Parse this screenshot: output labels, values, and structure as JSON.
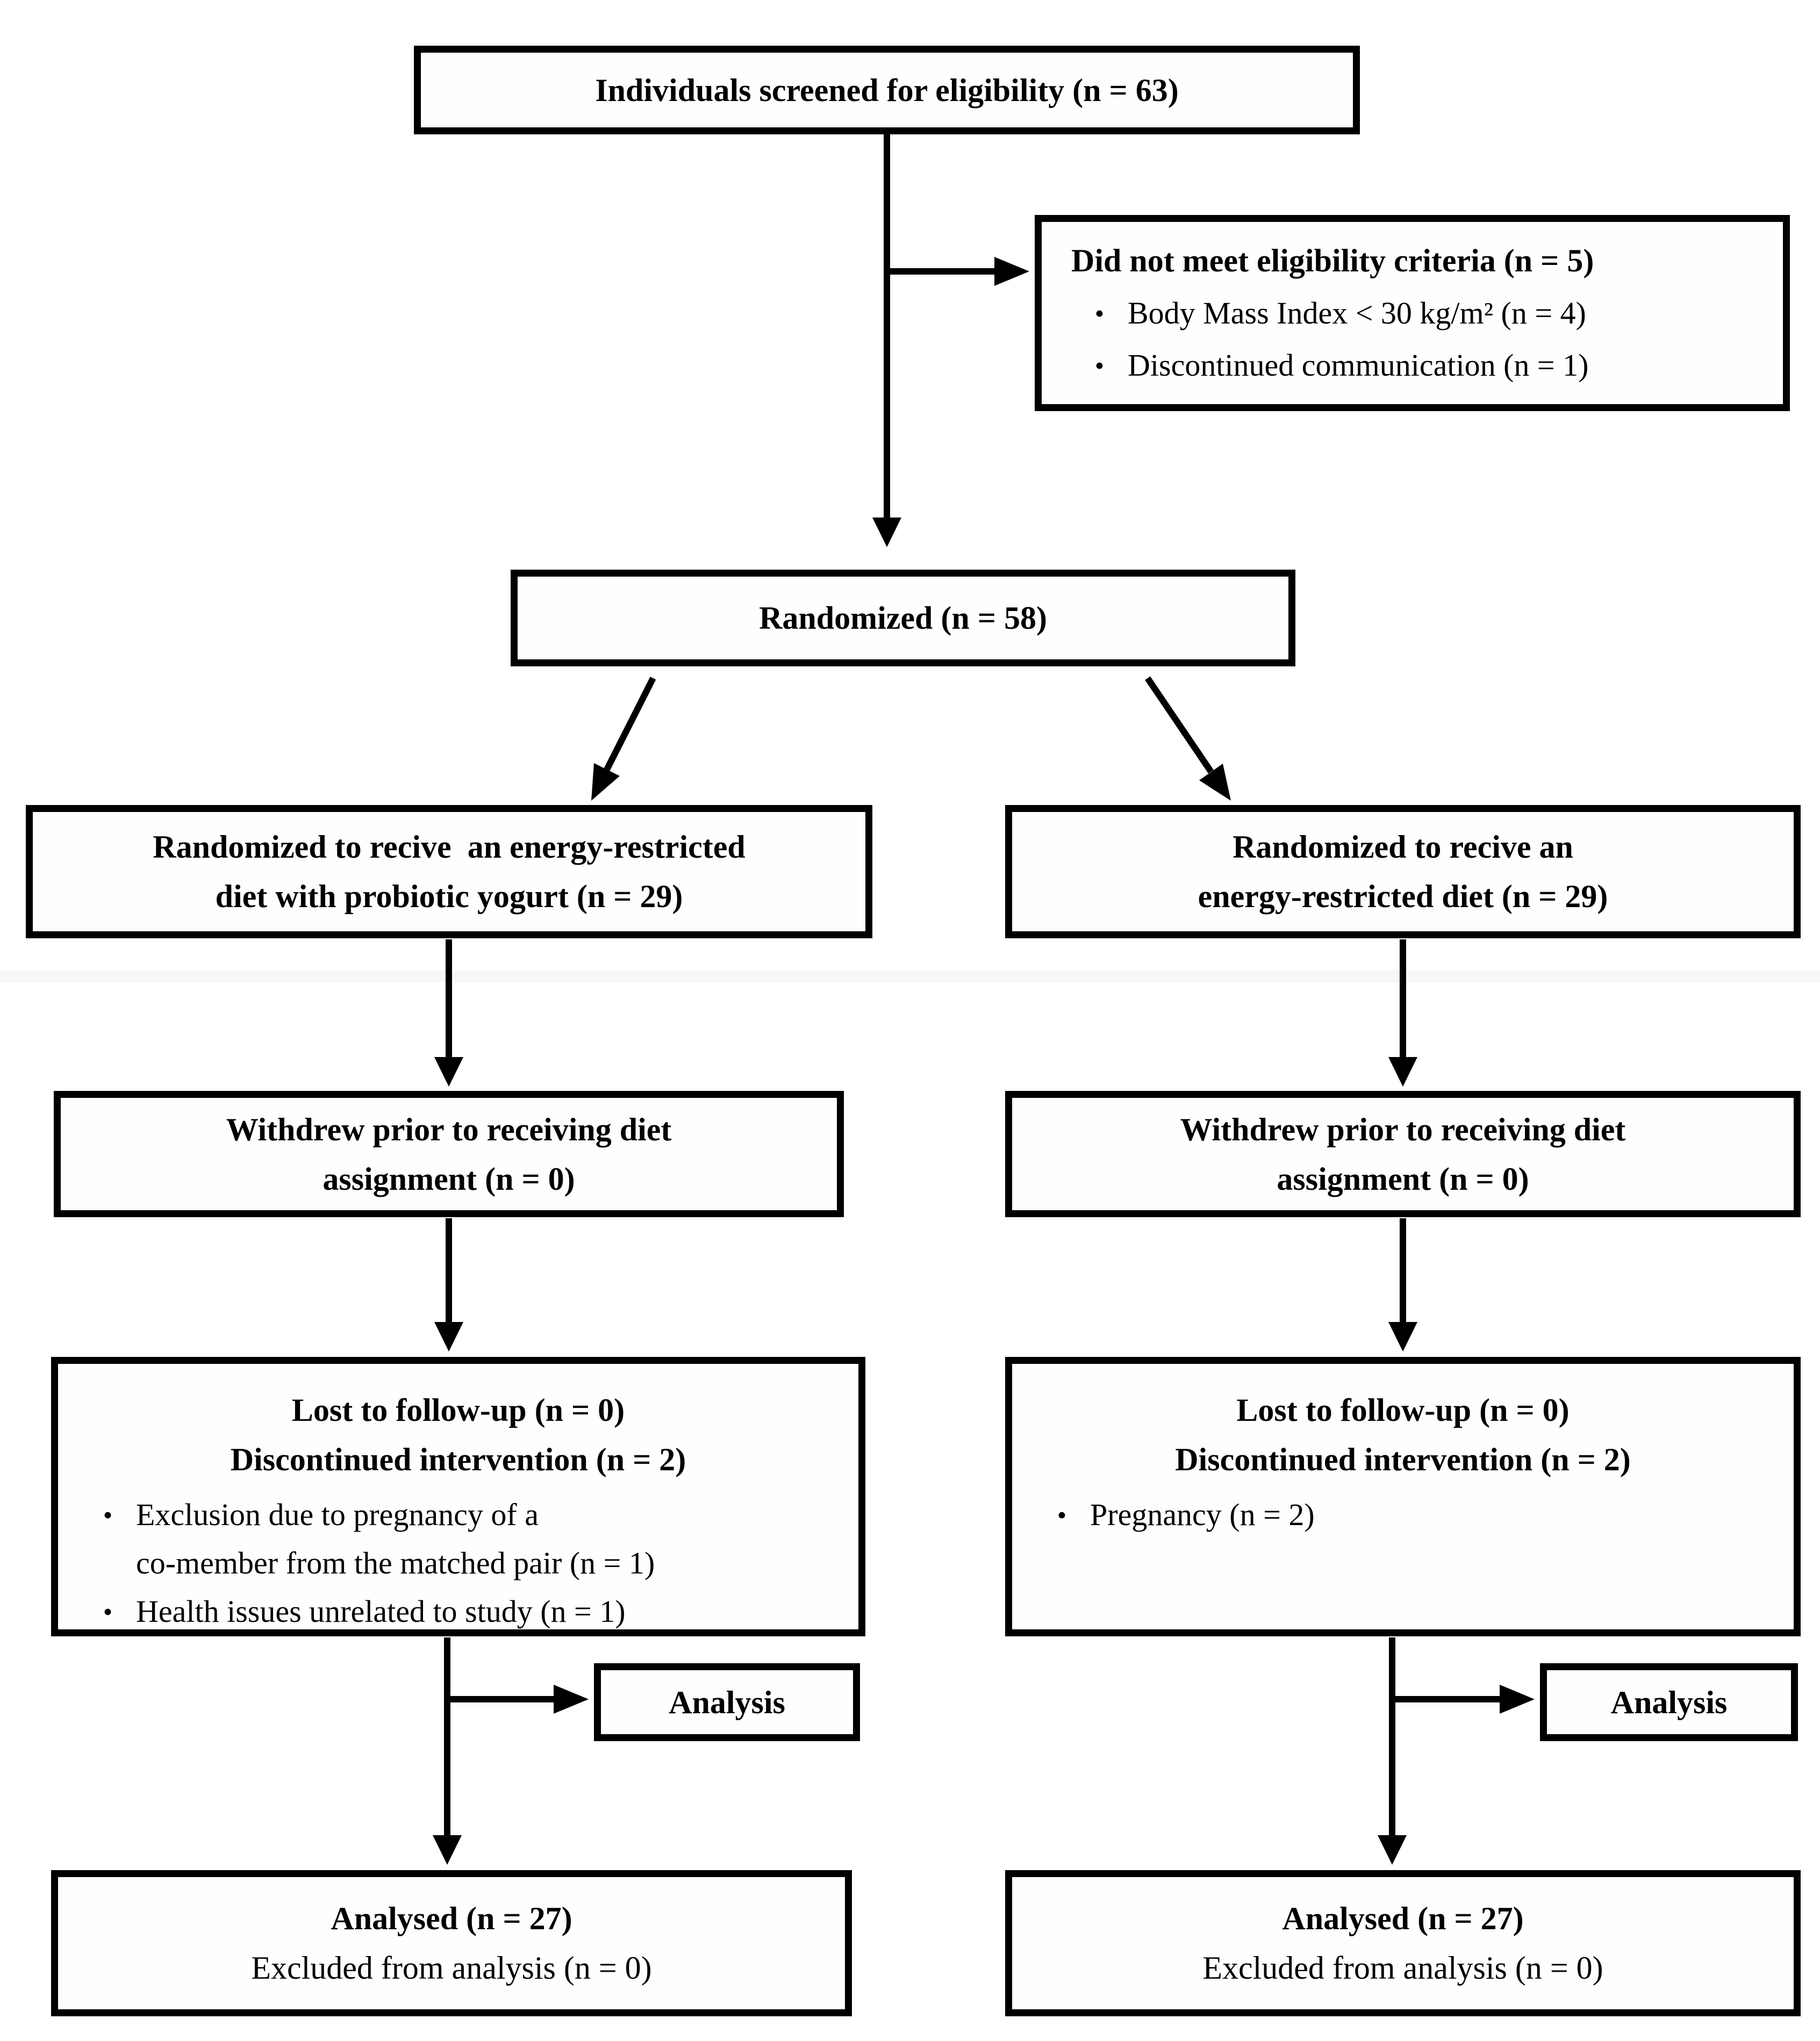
{
  "colors": {
    "background": "#ffffff",
    "box_border": "#000000",
    "text": "#000000",
    "artifact_band": "#f7f7f7"
  },
  "bullet_char": "•",
  "boxes": {
    "screened": {
      "text": "Individuals screened for eligibility (n = 63)"
    },
    "not_eligible": {
      "title": "Did not meet eligibility criteria (n = 5)",
      "bullets": [
        [
          "Body Mass Index < 30 kg/m² (n = 4)"
        ],
        [
          "Discontinued communication (n = 1)"
        ]
      ]
    },
    "randomized": {
      "text": "Randomized (n = 58)"
    },
    "arm_probiotic": {
      "lines": [
        "Randomized to recive  an energy-restricted",
        "diet with probiotic yogurt (n = 29)"
      ]
    },
    "arm_control": {
      "lines": [
        "Randomized to recive an",
        "energy-restricted diet (n = 29)"
      ]
    },
    "withdrew_left": {
      "lines": [
        "Withdrew prior to receiving diet",
        "assignment (n = 0)"
      ]
    },
    "withdrew_right": {
      "lines": [
        "Withdrew prior to receiving diet",
        "assignment (n = 0)"
      ]
    },
    "lost_left": {
      "title_lines": [
        "Lost to follow-up (n = 0)",
        "Discontinued intervention (n = 2)"
      ],
      "bullets": [
        [
          "Exclusion due to pregnancy of a",
          "co-member from the matched pair (n = 1)"
        ],
        [
          "Health issues unrelated to study (n = 1)"
        ]
      ]
    },
    "lost_right": {
      "title_lines": [
        "Lost to follow-up (n = 0)",
        "Discontinued intervention (n = 2)"
      ],
      "bullets": [
        [
          "Pregnancy (n = 2)"
        ]
      ]
    },
    "analysis_left": {
      "text": "Analysis"
    },
    "analysis_right": {
      "text": "Analysis"
    },
    "analysed_left": {
      "line_bold": "Analysed (n = 27)",
      "line_regular": "Excluded from analysis (n = 0)"
    },
    "analysed_right": {
      "line_bold": "Analysed (n = 27)",
      "line_regular": "Excluded from analysis (n = 0)"
    }
  }
}
